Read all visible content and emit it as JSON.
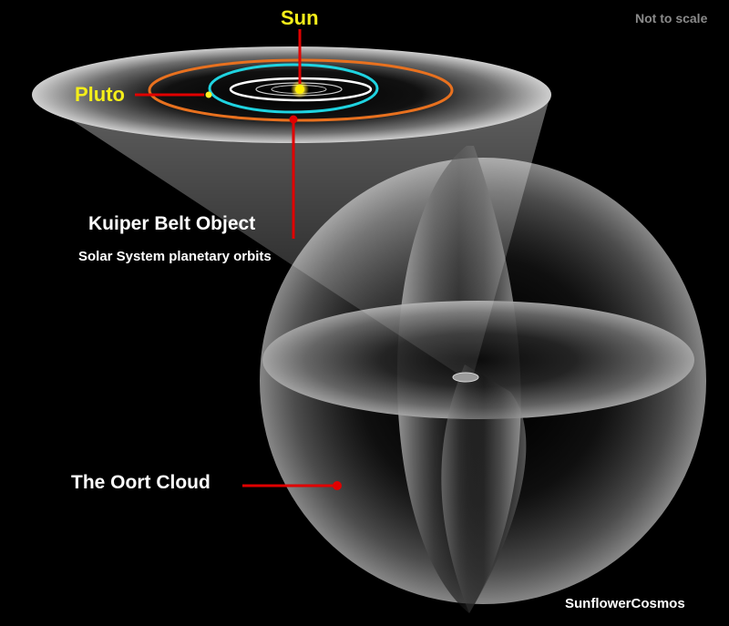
{
  "labels": {
    "sun": "Sun",
    "pluto": "Pluto",
    "kuiper_belt_object": "Kuiper Belt Object",
    "solar_system_orbits": "Solar System planetary orbits",
    "oort_cloud": "The Oort Cloud",
    "scale_note": "Not to scale",
    "credit": "SunflowerCosmos"
  },
  "colors": {
    "background": "#000000",
    "label_yellow": "#f4ee1a",
    "label_white": "#ffffff",
    "scale_note_gray": "#8a8a8a",
    "pointer_red": "#e00000",
    "kuiper_orbit_orange": "#e8711f",
    "pluto_orbit_cyan": "#1fd3e0",
    "inner_orbit_white": "#ffffff",
    "sun_yellow": "#ffee00"
  }
}
